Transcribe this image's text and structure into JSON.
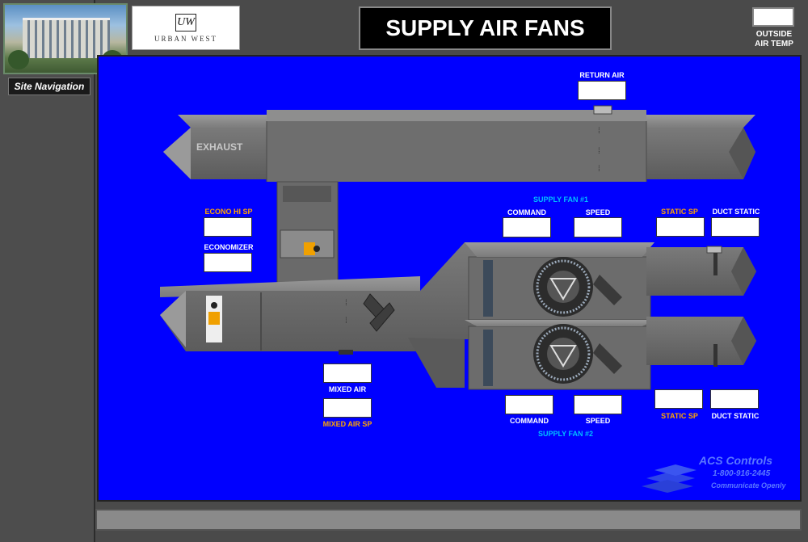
{
  "header": {
    "logo_name": "URBAN WEST",
    "title": "SUPPLY AIR FANS",
    "outside_air_temp_label_1": "OUTSIDE",
    "outside_air_temp_label_2": "AIR TEMP"
  },
  "nav": {
    "site_navigation": "Site Navigation"
  },
  "diagram": {
    "exhaust": "EXHAUST",
    "return_air": "RETURN AIR",
    "econo_hi_sp": "ECONO HI SP",
    "economizer": "ECONOMIZER",
    "mixed_air": "MIXED AIR",
    "mixed_air_sp": "MIXED AIR SP",
    "fan1": {
      "title": "SUPPLY FAN #1",
      "command": "COMMAND",
      "speed": "SPEED",
      "static_sp": "STATIC SP",
      "duct_static": "DUCT STATIC"
    },
    "fan2": {
      "title": "SUPPLY FAN #2",
      "command": "COMMAND",
      "speed": "SPEED",
      "static_sp": "STATIC SP",
      "duct_static": "DUCT STATIC"
    }
  },
  "branding": {
    "company": "ACS Controls",
    "phone": "1-800-916-2445",
    "slogan": "Communicate Openly"
  },
  "colors": {
    "panel": "#0000ff",
    "duct": "#6b6b6b",
    "orange_label": "#ffa500",
    "cyan_label": "#00bfff"
  }
}
